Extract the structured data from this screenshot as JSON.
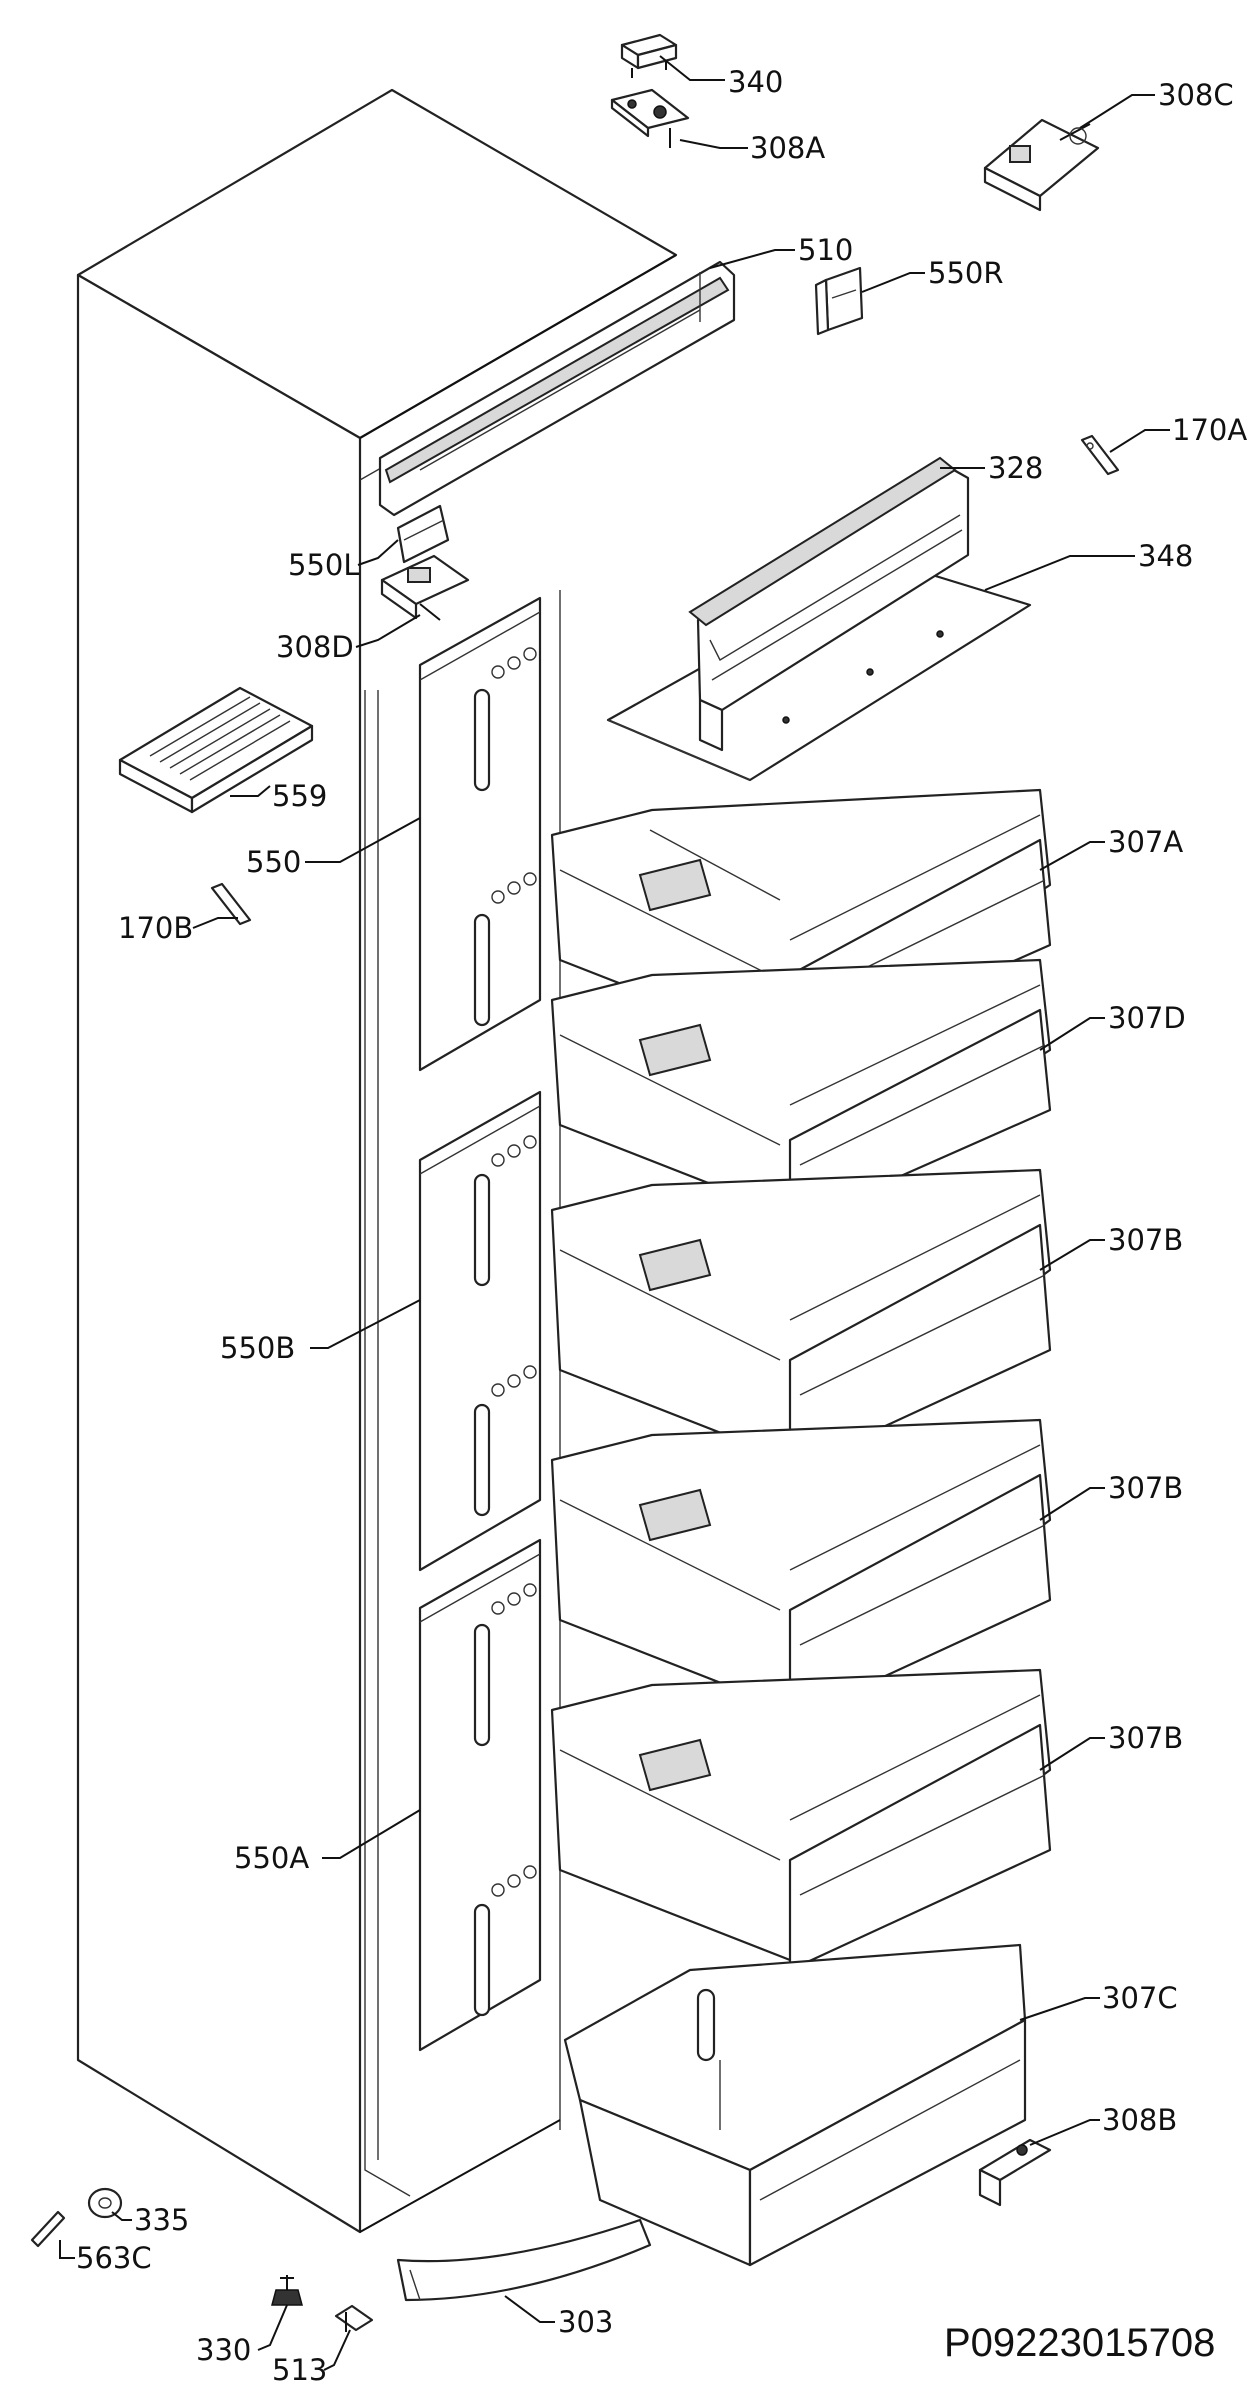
{
  "labels": {
    "l340": "340",
    "l308A": "308A",
    "l308C": "308C",
    "l510": "510",
    "l550R": "550R",
    "l170A": "170A",
    "l328": "328",
    "l348": "348",
    "l550L": "550L",
    "l308D": "308D",
    "l559": "559",
    "l550": "550",
    "l170B": "170B",
    "l307A": "307A",
    "l307D": "307D",
    "l307B_1": "307B",
    "l307B_2": "307B",
    "l307B_3": "307B",
    "l307C": "307C",
    "l550B": "550B",
    "l550A": "550A",
    "l308B": "308B",
    "l335": "335",
    "l563C": "563C",
    "l330": "330",
    "l513": "513",
    "l303": "303"
  },
  "drawing_code": "P09223015708"
}
